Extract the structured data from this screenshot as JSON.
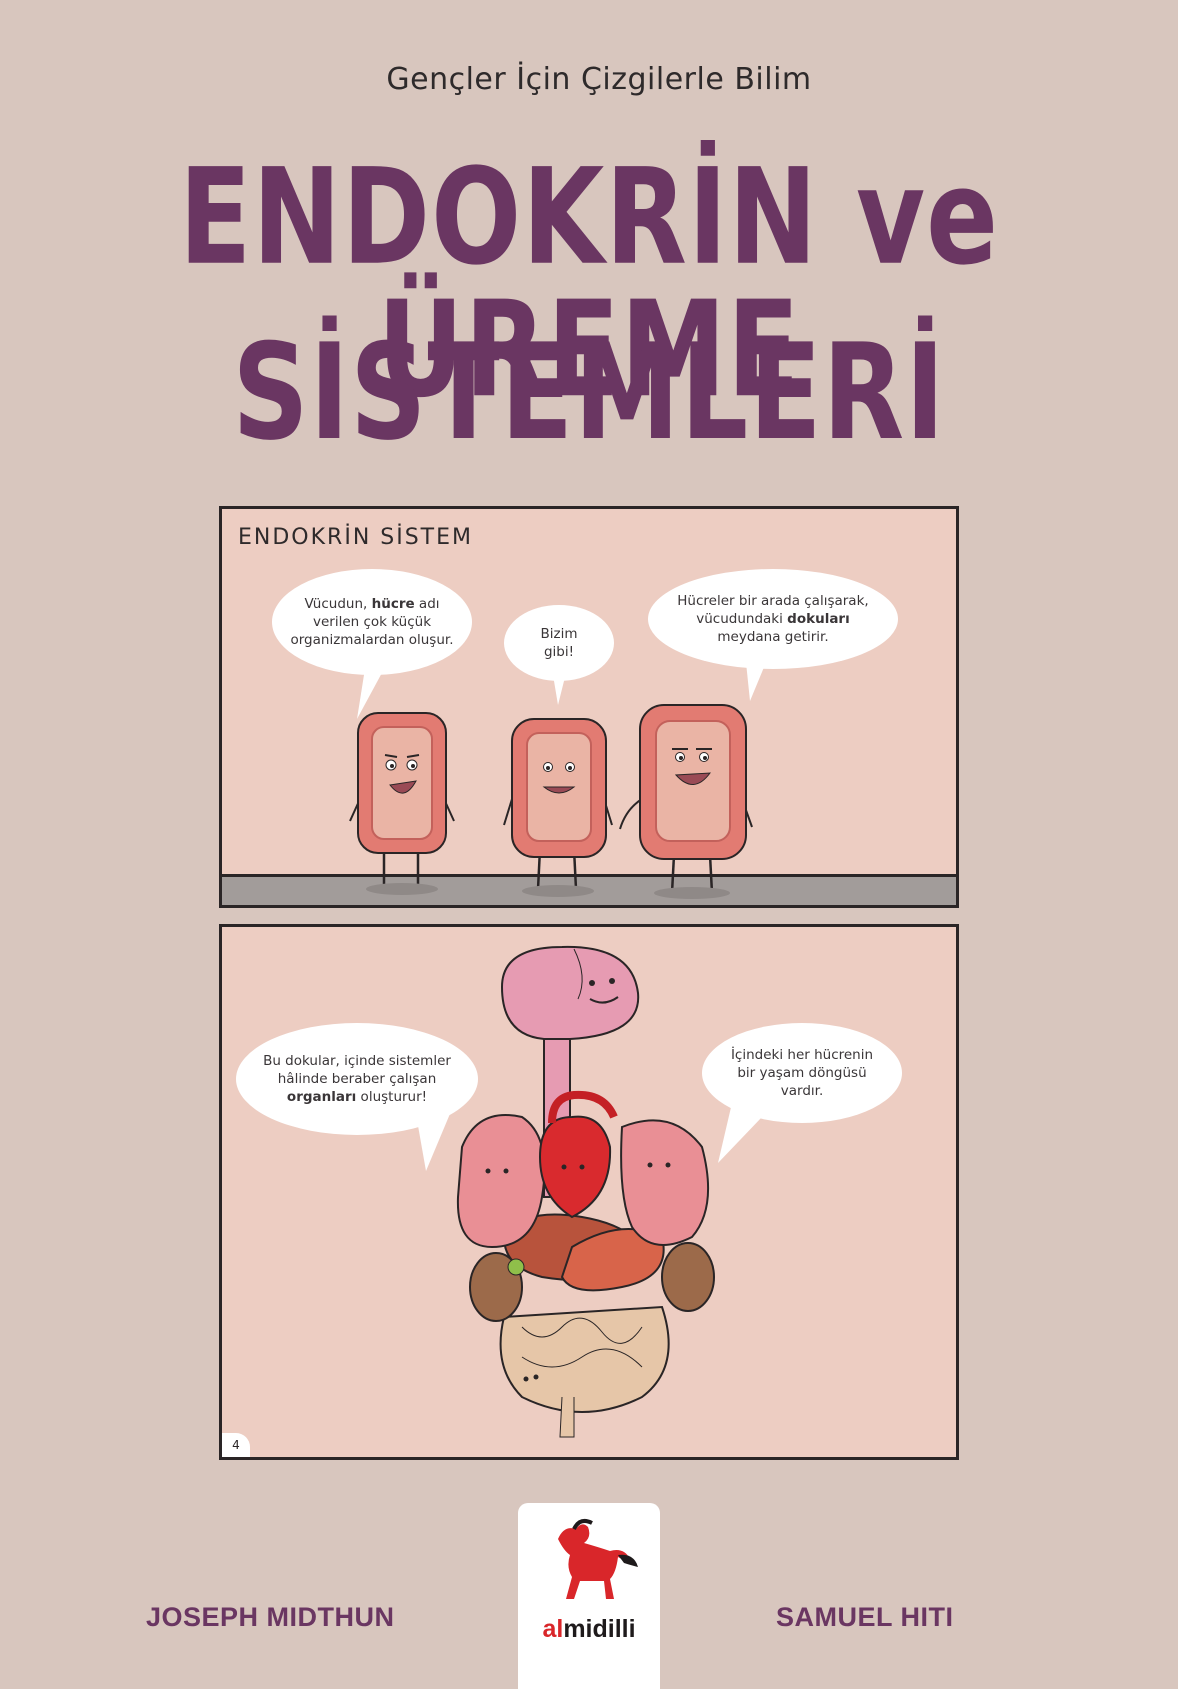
{
  "series_title": "Gençler İçin Çizgilerle Bilim",
  "title": {
    "line1": "ENDOKRİN ve ÜREME",
    "line2": "SİSTEMLERİ"
  },
  "panel1": {
    "label": "ENDOKRİN SİSTEM",
    "bubbles": {
      "b1_pre": "Vücudun, ",
      "b1_bold": "hücre",
      "b1_post": " adı verilen çok küçük organizmalardan oluşur.",
      "b2": "Bizim gibi!",
      "b3_pre": "Hücreler bir arada çalışarak, vücudundaki ",
      "b3_bold": "dokuları",
      "b3_post": " meydana getirir."
    }
  },
  "panel2": {
    "bubbles": {
      "b4_pre": "Bu dokular, içinde sistemler hâlinde beraber çalışan ",
      "b4_bold": "organları",
      "b4_post": " oluşturur!",
      "b5": "İçindeki her hücrenin bir yaşam döngüsü vardır."
    },
    "page_number": "4"
  },
  "authors": {
    "left": "JOSEPH MIDTHUN",
    "right": "SAMUEL HITI"
  },
  "publisher": {
    "prefix": "al",
    "name": "midilli"
  },
  "colors": {
    "background": "#d8c6be",
    "title": "#6a3662",
    "panel": "#edcdc2",
    "logo_red": "#d9262a"
  }
}
